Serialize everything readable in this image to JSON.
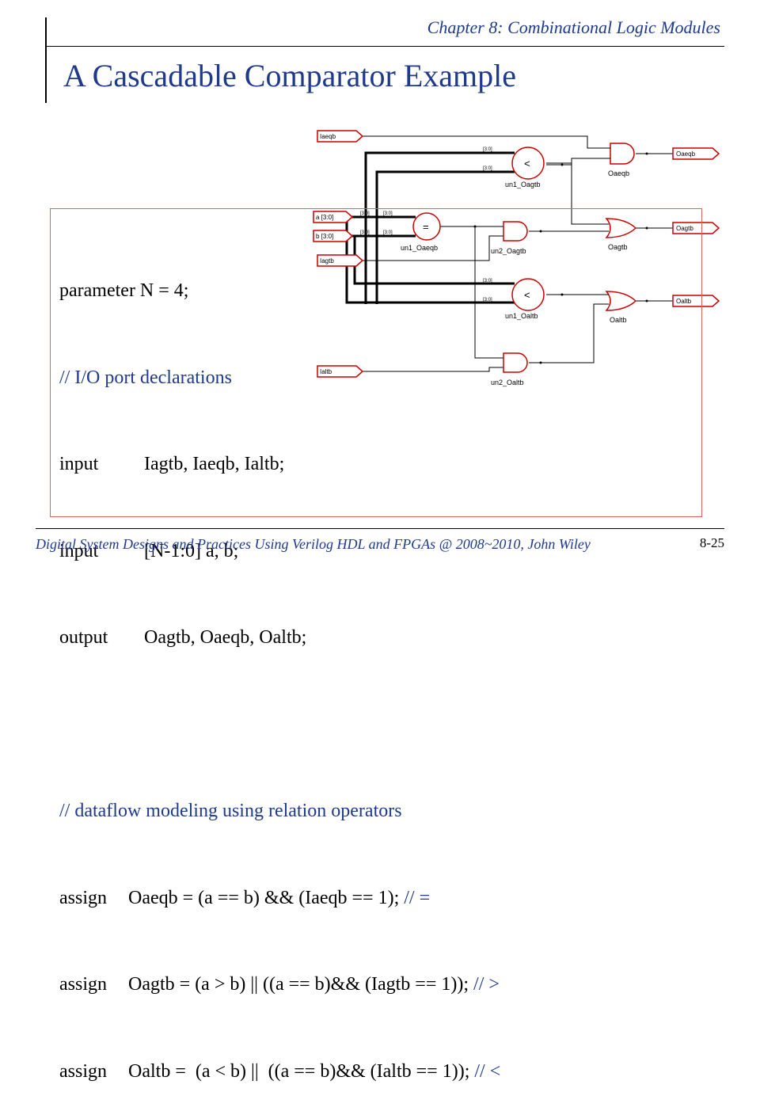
{
  "header": {
    "chapter": "Chapter 8: Combinational Logic Modules",
    "title": "A Cascadable Comparator Example"
  },
  "diagram": {
    "ports_in": [
      "Iaeqb",
      "a [3:0]",
      "b [3:0]",
      "Iagtb",
      "Ialtb"
    ],
    "ports_out": [
      "Oaeqb",
      "Oagtb",
      "Oaltb"
    ],
    "comparators": [
      {
        "name": "un1_Oagtb",
        "symbol": "<"
      },
      {
        "name": "un1_Oaeqb",
        "symbol": "="
      },
      {
        "name": "un1_Oaltb",
        "symbol": "<"
      }
    ],
    "gates": [
      "Oaeqb",
      "un2_Oagtb",
      "Oagtb",
      "Oaltb",
      "un2_Oaltb"
    ],
    "bus_label": "[3:0]",
    "accent_color": "#cc0000"
  },
  "code": {
    "line1": "parameter N = 4;",
    "line2": "// I/O port declarations",
    "line3_kw": "input",
    "line3_rest": "Iagtb, Iaeqb, Ialtb;",
    "line4_kw": "input",
    "line4_rest": "[N-1:0] a, b;",
    "line5_kw": "output",
    "line5_rest": "Oagtb, Oaeqb, Oaltb;",
    "line6": "// dataflow modeling using relation operators",
    "line7_kw": "assign",
    "line7_rest": "Oaeqb = (a == b) && (Iaeqb == 1);",
    "line7_cmt": "// =",
    "line8_kw": "assign",
    "line8_rest": "Oagtb = (a > b) || ((a == b)&& (Iagtb == 1));",
    "line8_cmt": "// >",
    "line9_kw": "assign",
    "line9_rest": "Oaltb =  (a < b) ||  ((a == b)&& (Ialtb == 1));",
    "line9_cmt": "// <"
  },
  "footer": {
    "text": "Digital System Designs and Practices Using Verilog HDL and FPGAs @ 2008~2010, John Wiley",
    "page": "8-25"
  }
}
